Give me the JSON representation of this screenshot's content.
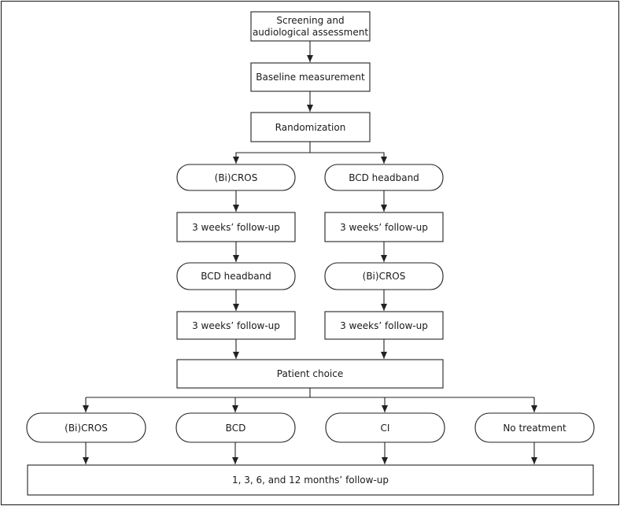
{
  "nodes": {
    "screening": [
      "Screening and",
      "audiological assessment"
    ],
    "baseline": "Baseline measurement",
    "randomization": "Randomization",
    "left_device_1": "(Bi)CROS",
    "right_device_1": "BCD headband",
    "left_followup_1": "3 weeks’ follow-up",
    "right_followup_1": "3 weeks’ follow-up",
    "left_device_2": "BCD headband",
    "right_device_2": "(Bi)CROS",
    "left_followup_2": "3 weeks’ follow-up",
    "right_followup_2": "3 weeks’ follow-up",
    "patient_choice": "Patient choice",
    "choice_bicros": "(Bi)CROS",
    "choice_bcd": "BCD",
    "choice_ci": "CI",
    "choice_none": "No treatment",
    "final_followup": "1, 3, 6, and 12 months’ follow-up"
  }
}
